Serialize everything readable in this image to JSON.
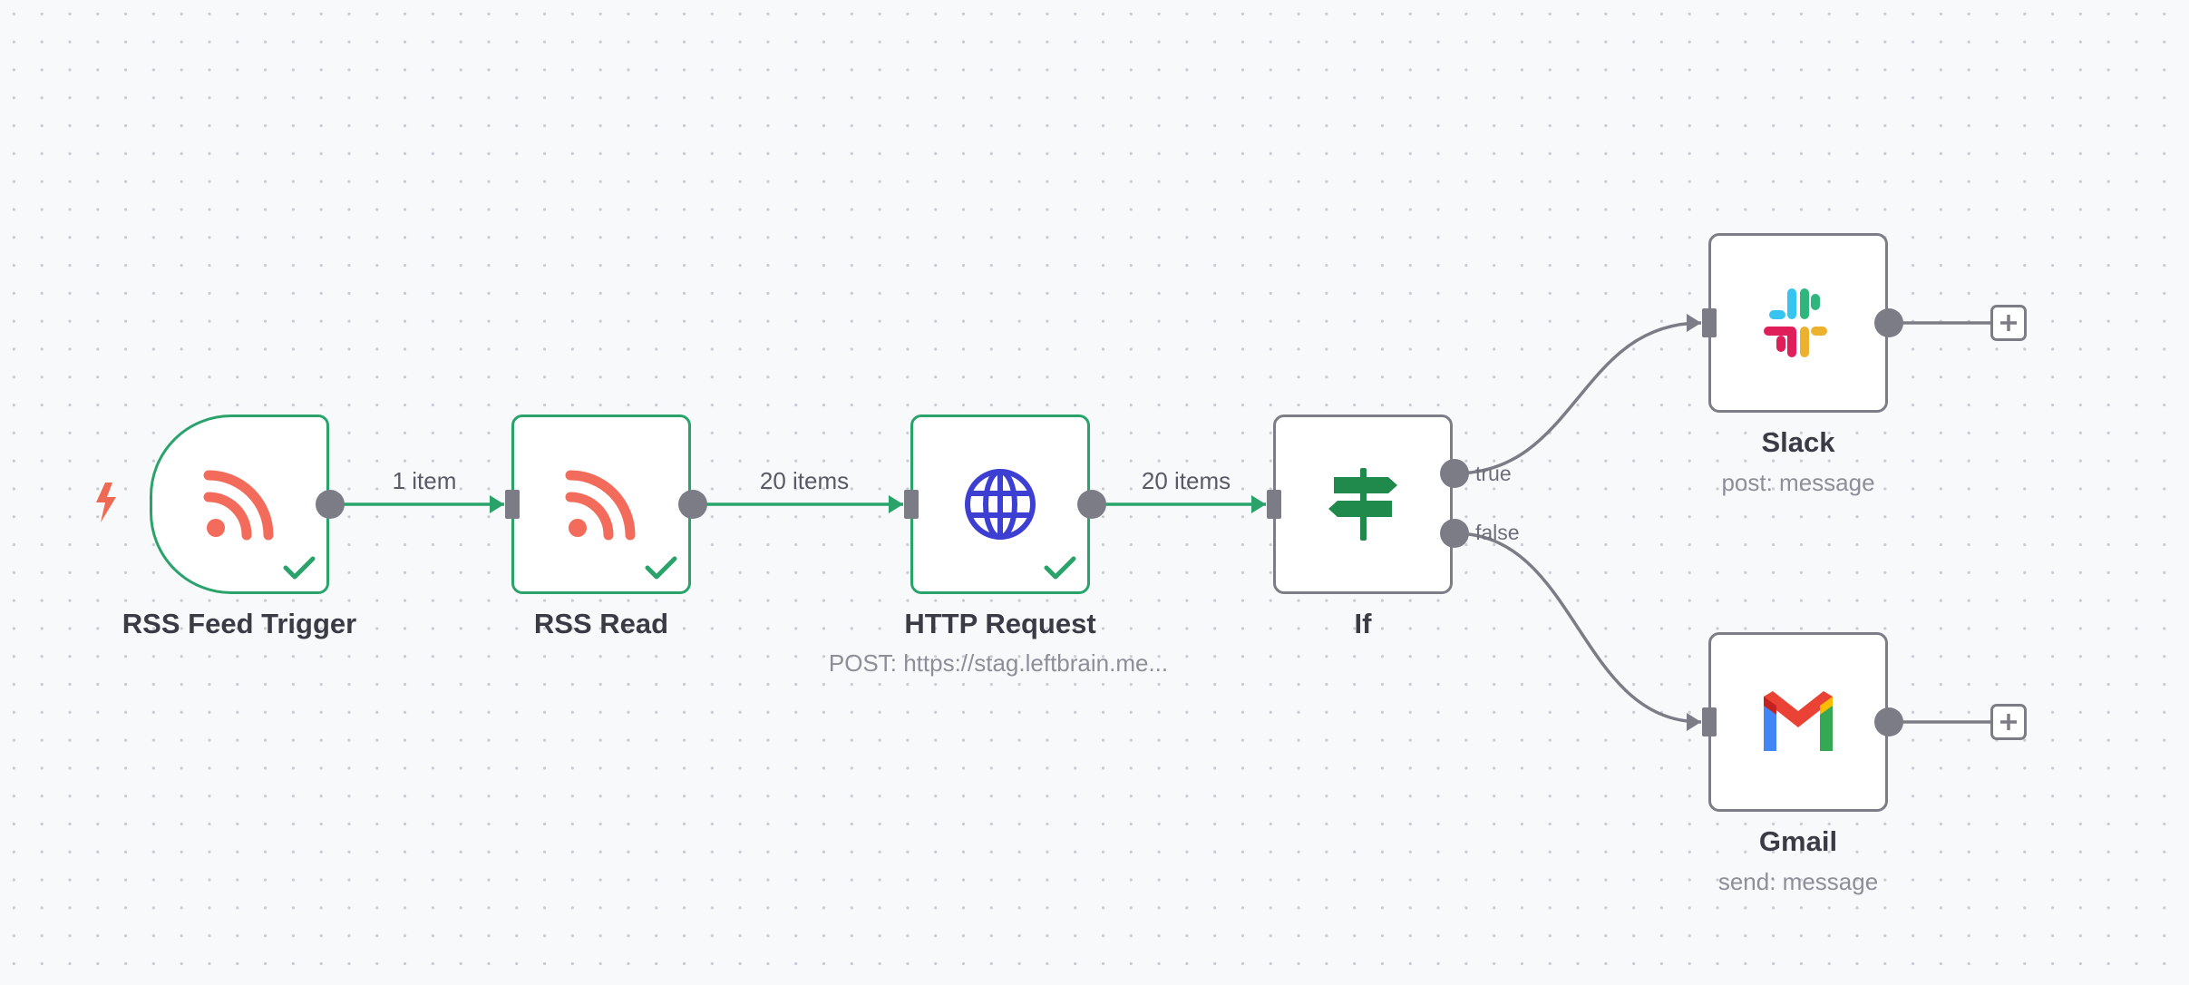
{
  "nodes": [
    {
      "id": "rss-feed-trigger",
      "title": "RSS Feed Trigger",
      "subtitle": "",
      "icon": "rss-icon",
      "status": "success",
      "type": "trigger"
    },
    {
      "id": "rss-read",
      "title": "RSS Read",
      "subtitle": "",
      "icon": "rss-icon",
      "status": "success"
    },
    {
      "id": "http-request",
      "title": "HTTP Request",
      "subtitle": "POST: https://stag.leftbrain.me...",
      "icon": "globe-icon",
      "status": "success"
    },
    {
      "id": "if",
      "title": "If",
      "subtitle": "",
      "icon": "signpost-icon",
      "status": "idle",
      "outputs": [
        "true",
        "false"
      ]
    },
    {
      "id": "slack",
      "title": "Slack",
      "subtitle": "post: message",
      "icon": "slack-logo-icon",
      "status": "idle"
    },
    {
      "id": "gmail",
      "title": "Gmail",
      "subtitle": "send: message",
      "icon": "gmail-logo-icon",
      "status": "idle"
    }
  ],
  "connections": [
    {
      "from": "rss-feed-trigger",
      "to": "rss-read",
      "label": "1 item",
      "active": true
    },
    {
      "from": "rss-read",
      "to": "http-request",
      "label": "20 items",
      "active": true
    },
    {
      "from": "http-request",
      "to": "if",
      "label": "20 items",
      "active": true
    },
    {
      "from": "if",
      "output": "true",
      "to": "slack",
      "label": "",
      "active": false
    },
    {
      "from": "if",
      "output": "false",
      "to": "gmail",
      "label": "",
      "active": false
    }
  ],
  "branch_labels": {
    "true": "true",
    "false": "false"
  },
  "colors": {
    "canvas": "#f8f9fb",
    "success": "#29a36a",
    "idle_border": "#7d7d87",
    "handle": "#7c7c87",
    "trigger_bolt": "#ef6a55",
    "rss": "#f26b5b",
    "http_globe": "#3c3fd1",
    "if_sign": "#1f8a4c"
  }
}
